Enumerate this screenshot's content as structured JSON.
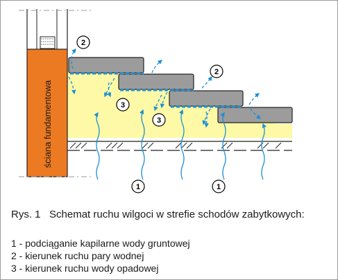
{
  "wall_label": "ściana fundamentowa",
  "markers": {
    "capillary": "1",
    "vapour": "2",
    "rain": "3"
  },
  "caption": {
    "figure_no": "Rys. 1",
    "title": "Schemat ruchu wilgoci w strefie schodów zabytkowych:"
  },
  "legend": [
    "1 - podciąganie kapilarne wody gruntowej",
    "2 - kierunek ruchu pary wodnej",
    "3 - kierunek ruchu wody opadowej"
  ],
  "colors": {
    "wall": "#ec7a22",
    "soil": "#fdf9a6",
    "step": "#9c9c9c",
    "arrow": "#1c8fd6"
  }
}
